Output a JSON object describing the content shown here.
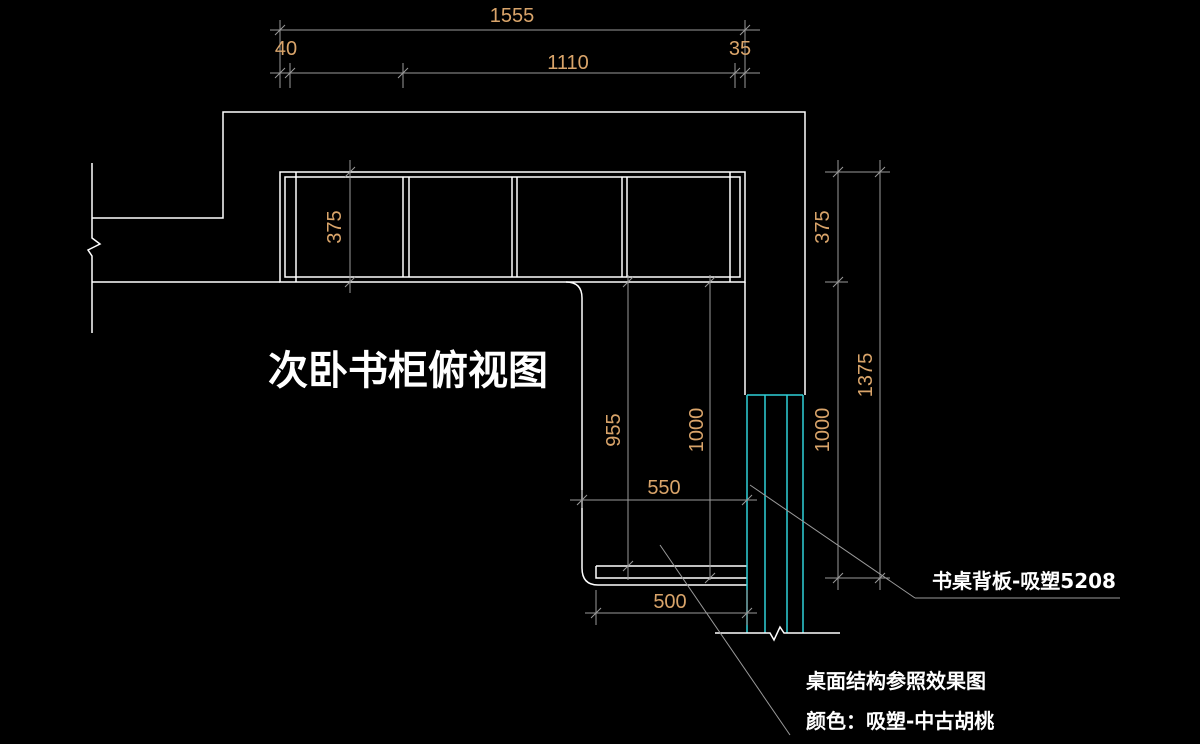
{
  "title": "次卧书柜俯视图",
  "dimensions": {
    "top_total": "1555",
    "left_gap": "40",
    "right_gap": "35",
    "inner_width": "1110",
    "shelf_depth_left": "375",
    "shelf_depth_right": "375",
    "depth_955": "955",
    "depth_1000_mid": "1000",
    "depth_1000_right": "1000",
    "total_height": "1375",
    "desk_550": "550",
    "desk_500": "500"
  },
  "notes": {
    "backboard": "书桌背板-吸塑5208",
    "desk_structure": "桌面结构参照效果图",
    "color": "颜色：吸塑-中古胡桃"
  },
  "colors": {
    "background": "#000000",
    "outline": "#ffffff",
    "dimension_text": "#d9a46a",
    "dimension_line": "#9a9a9a",
    "backboard": "#2fd0d8"
  }
}
